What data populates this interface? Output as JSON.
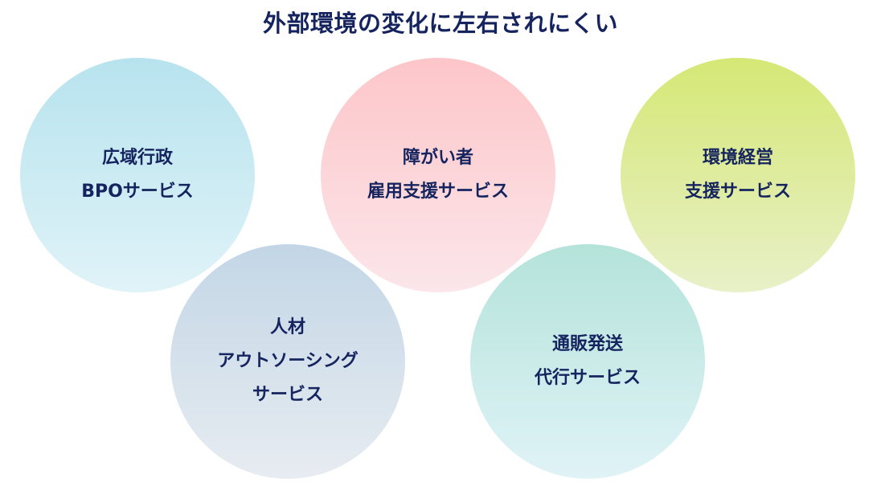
{
  "title": "外部環境の変化に左右されにくい",
  "circles": [
    {
      "lines": [
        "広域行政",
        "BPOサービス"
      ],
      "color_top": "#b7e3ee",
      "color_bottom": "#e0f3f8"
    },
    {
      "lines": [
        "障がい者",
        "雇用支援サービス"
      ],
      "color_top": "#fdc6c9",
      "color_bottom": "#fbe6ea"
    },
    {
      "lines": [
        "環境経営",
        "支援サービス"
      ],
      "color_top": "#d5e875",
      "color_bottom": "#e8f0c8"
    },
    {
      "lines": [
        "人材",
        "アウトソーシング",
        "サービス"
      ],
      "color_top": "#c3d6e6",
      "color_bottom": "#e7ecf1"
    },
    {
      "lines": [
        "通販発送",
        "代行サービス"
      ],
      "color_top": "#b4e3da",
      "color_bottom": "#e0f3f7"
    }
  ]
}
